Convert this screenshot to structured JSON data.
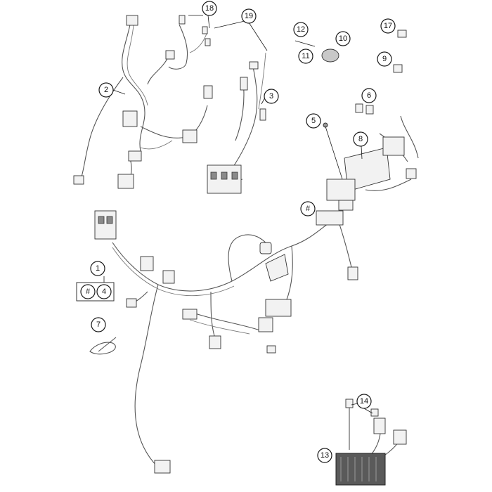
{
  "callouts": {
    "c1": "1",
    "c2": "2",
    "c3": "3",
    "c4": "4",
    "c5": "5",
    "c6": "6",
    "c7": "7",
    "c8": "8",
    "c9": "9",
    "c10": "10",
    "c11": "11",
    "c12": "12",
    "c13": "13",
    "c14": "14",
    "c17": "17",
    "c18": "18",
    "c19": "19",
    "hash_main": "#",
    "hash_kit": "#"
  },
  "colors": {
    "line": "#1a1a1a",
    "wire": "#555555",
    "part_fill": "#f2f2f2",
    "dark_fill": "#8a8a8a"
  }
}
